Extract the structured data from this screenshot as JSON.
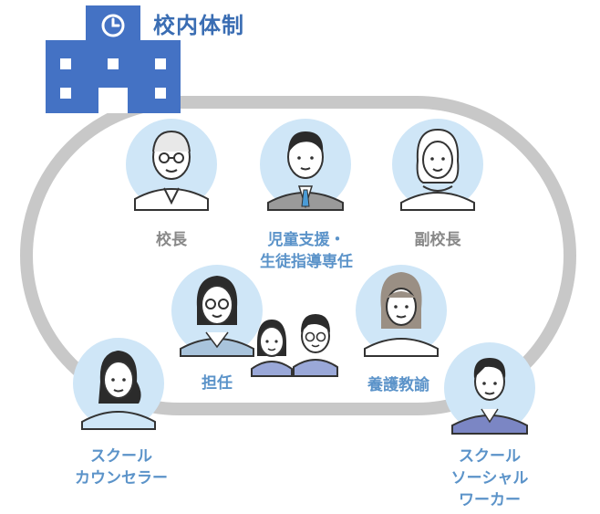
{
  "title": "校内体制",
  "colors": {
    "building": "#4472c4",
    "title": "#3a6db3",
    "track": "#c8c8c8",
    "avatar_bg": "#cfe6f7",
    "label_gray": "#888888",
    "label_blue": "#5b93c9"
  },
  "icons": {
    "building": "school-building-icon",
    "clock": "clock-icon"
  },
  "members": {
    "principal": {
      "label": "校長"
    },
    "guidance_lead": {
      "line1": "児童支援・",
      "line2": "生徒指導専任"
    },
    "vice_principal": {
      "label": "副校長"
    },
    "homeroom_teacher": {
      "label": "担任"
    },
    "school_nurse": {
      "label": "養護教諭"
    },
    "counselor": {
      "line1": "スクール",
      "line2": "カウンセラー"
    },
    "social_worker": {
      "line1": "スクール",
      "line2": "ソーシャル",
      "line3": "ワーカー"
    }
  }
}
